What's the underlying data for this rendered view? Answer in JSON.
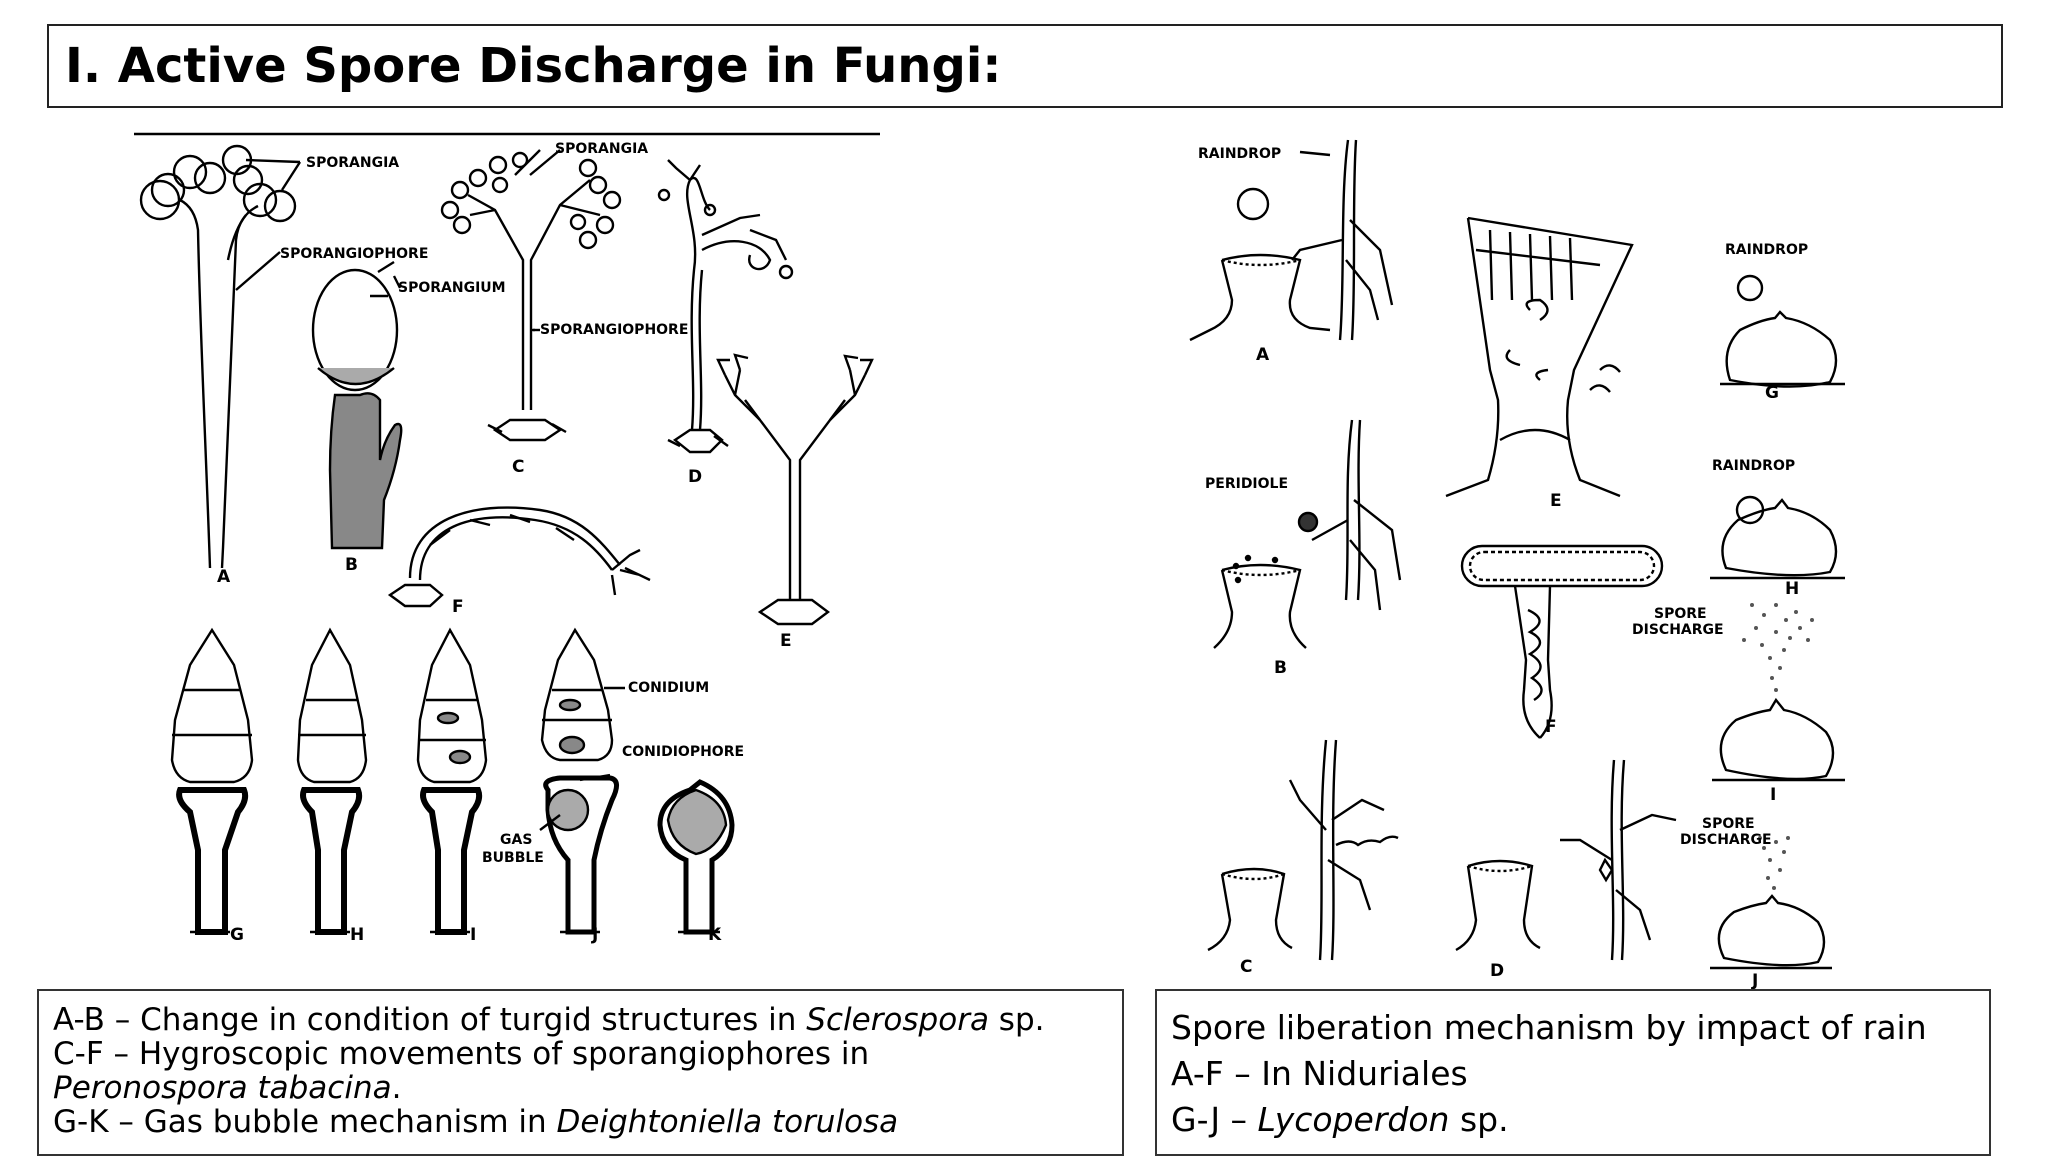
{
  "title": "I. Active Spore Discharge in Fungi:",
  "left_figure": {
    "labels": {
      "sporangia_1": "SPORANGIA",
      "sporangiophore_1": "SPORANGIOPHORE",
      "sporangium": "SPORANGIUM",
      "sporangia_2": "SPORANGIA",
      "sporangiophore_2": "SPORANGIOPHORE",
      "conidium": "CONIDIUM",
      "conidiophore": "CONIDIOPHORE",
      "gas_bubble_1": "GAS",
      "gas_bubble_2": "BUBBLE"
    },
    "letters": {
      "A": "A",
      "B": "B",
      "C": "C",
      "D": "D",
      "E": "E",
      "F": "F",
      "G": "G",
      "H": "H",
      "I": "I",
      "J": "J",
      "K": "K"
    }
  },
  "right_figure": {
    "labels": {
      "raindrop_1": "RAINDROP",
      "raindrop_2": "RAINDROP",
      "raindrop_3": "RAINDROP",
      "peridiole": "PERIDIOLE",
      "spore_discharge_1a": "SPORE",
      "spore_discharge_1b": "DISCHARGE",
      "spore_discharge_2a": "SPORE",
      "spore_discharge_2b": "DISCHARGE"
    },
    "letters": {
      "A": "A",
      "B": "B",
      "C": "C",
      "D": "D",
      "E": "E",
      "F": "F",
      "G": "G",
      "H": "H",
      "I": "I",
      "J": "J"
    }
  },
  "caption_left": {
    "line1_pre": "A-B – Change in condition of turgid structures in ",
    "line1_italic": "Sclerospora",
    "line1_post": " sp.",
    "line2": "C-F – Hygroscopic movements of sporangiophores in",
    "line3_italic": "Peronospora tabacina",
    "line3_post": ".",
    "line4_pre": "G-K – Gas bubble mechanism in ",
    "line4_italic": "Deightoniella torulosa"
  },
  "caption_right": {
    "line1": "Spore liberation mechanism by impact of rain",
    "line2": "A-F – In Niduriales",
    "line3_pre": "G-J – ",
    "line3_italic": "Lycoperdon",
    "line3_post": " sp."
  }
}
